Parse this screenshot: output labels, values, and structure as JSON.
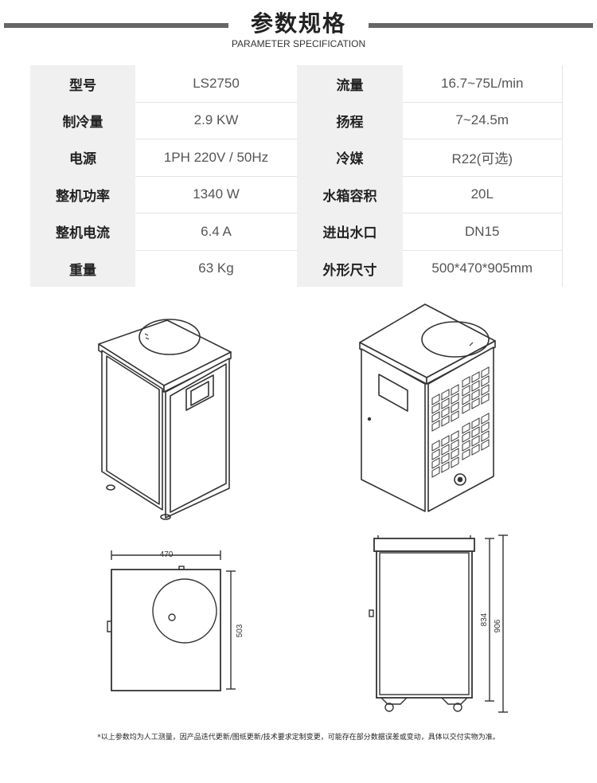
{
  "header": {
    "title": "参数规格",
    "subtitle": "PARAMETER SPECIFICATION"
  },
  "specs": [
    {
      "label_left": "型号",
      "value_left": "LS2750",
      "label_right": "流量",
      "value_right": "16.7~75L/min"
    },
    {
      "label_left": "制冷量",
      "value_left": "2.9 KW",
      "label_right": "扬程",
      "value_right": "7~24.5m"
    },
    {
      "label_left": "电源",
      "value_left": "1PH 220V / 50Hz",
      "label_right": "冷媒",
      "value_right": "R22(可选)"
    },
    {
      "label_left": "整机功率",
      "value_left": "1340 W",
      "label_right": "水箱容积",
      "value_right": "20L"
    },
    {
      "label_left": "整机电流",
      "value_left": "6.4 A",
      "label_right": "进出水口",
      "value_right": "DN15"
    },
    {
      "label_left": "重量",
      "value_left": "63 Kg",
      "label_right": "外形尺寸",
      "value_right": "500*470*905mm"
    }
  ],
  "dimensions": {
    "width": "470",
    "depth": "503",
    "body_height": "834",
    "total_height": "906"
  },
  "footnote": "*以上参数均为人工测量，因产品迭代更新/图纸更新/技术要求定制变更，可能存在部分数据误差或变动，具体以交付实物为准。"
}
